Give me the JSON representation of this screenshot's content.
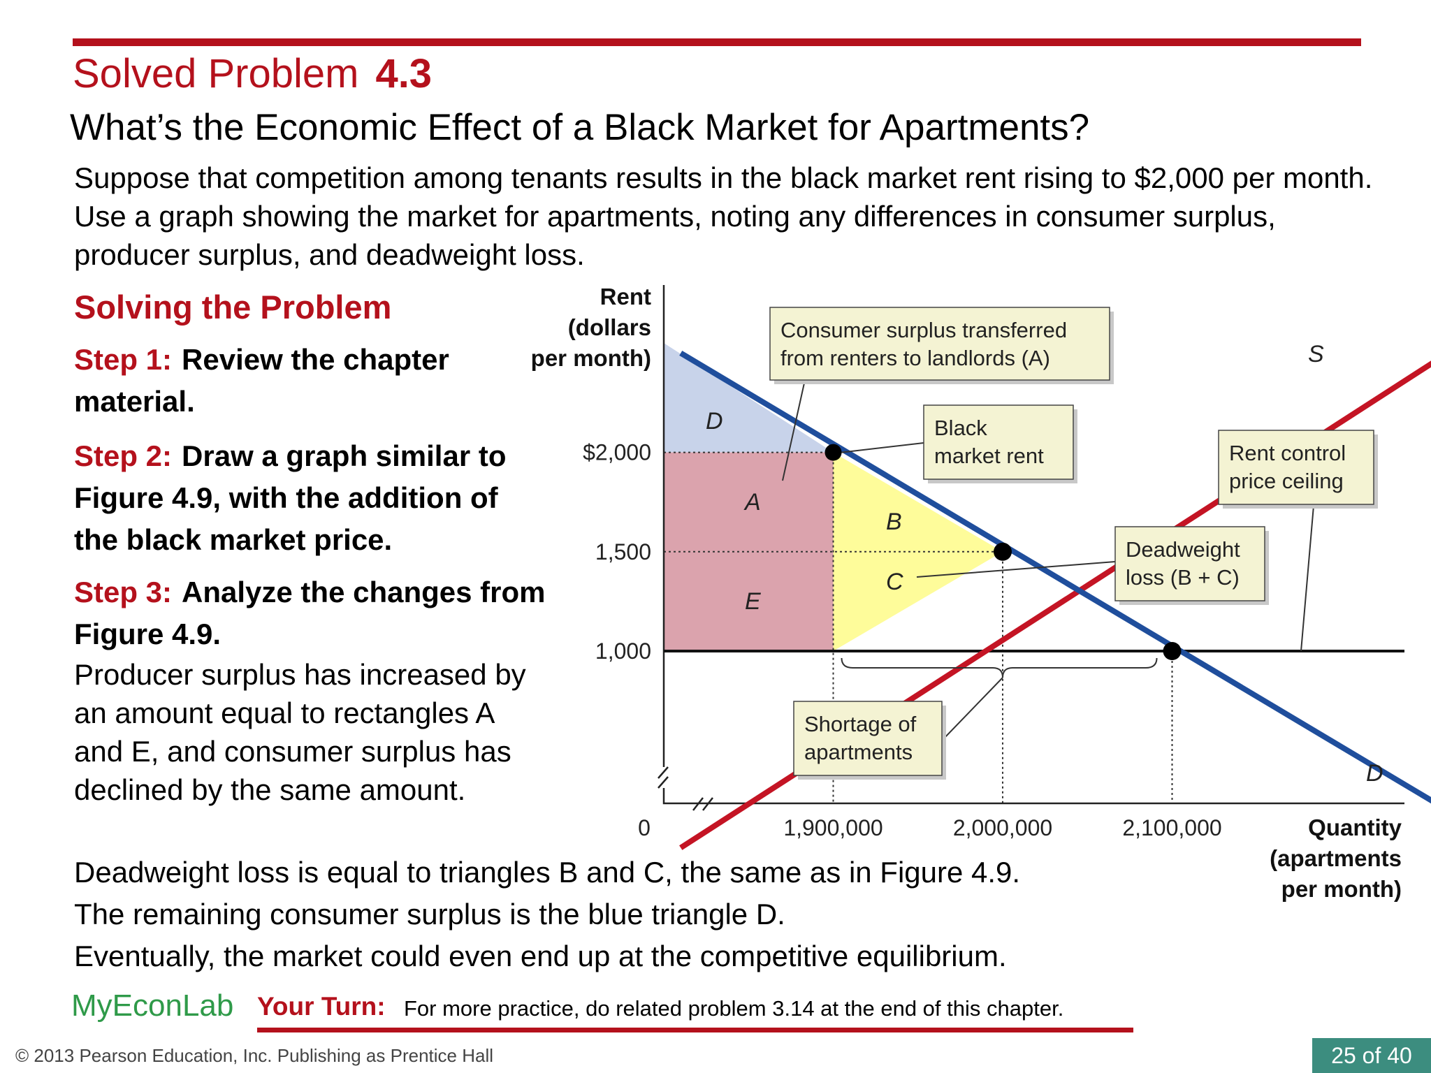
{
  "slide": {
    "title_prefix": "Solved Problem",
    "title_number": "4.3",
    "subtitle": "What’s the Economic Effect of a Black Market for Apartments?",
    "problem": "Suppose that competition among tenants results in the black market rent rising to $2,000 per month. Use a graph showing the market for apartments, noting any differences in consumer surplus, producer surplus, and deadweight loss.",
    "solving_heading": "Solving the Problem",
    "step1_num": "Step 1:",
    "step1_text": "Review the chapter material.",
    "step2_num": "Step 2:",
    "step2_text": "Draw a graph similar to Figure 4.9, with the addition of the black market price.",
    "step3_num": "Step 3:",
    "step3_text": "Analyze the changes from Figure 4.9.",
    "step3_body": "Producer surplus has increased by an amount equal to rectangles A and E, and consumer surplus has declined by the same amount.",
    "line1": "Deadweight loss is equal to triangles B and C, the same as in Figure 4.9.",
    "line2": "The remaining consumer surplus is the blue triangle D.",
    "line3": "Eventually, the market could even end up at the competitive equilibrium.",
    "myeconlab": "MyEconLab",
    "your_turn_label": "Your Turn:",
    "your_turn_text": "For more practice, do related problem 3.14 at the end of this chapter.",
    "copyright": "© 2013 Pearson Education, Inc. Publishing as Prentice Hall",
    "page_indicator": "25 of 40"
  },
  "chart_data": {
    "type": "line",
    "ylabel": [
      "Rent",
      "(dollars",
      "per month)"
    ],
    "xlabel": [
      "Quantity",
      "(apartments",
      "per month)"
    ],
    "y_ticks": [
      {
        "value": 2000,
        "label": "$2,000"
      },
      {
        "value": 1500,
        "label": "1,500"
      },
      {
        "value": 1000,
        "label": "1,000"
      }
    ],
    "x_ticks": [
      {
        "value": 1900000,
        "label": "1,900,000"
      },
      {
        "value": 2000000,
        "label": "2,000,000"
      },
      {
        "value": 2100000,
        "label": "2,100,000"
      }
    ],
    "origin_label": "0",
    "series": [
      {
        "name": "D",
        "color": "#1f4e9c",
        "points": [
          [
            1810000,
            2500
          ],
          [
            2300000,
            9
          ]
        ]
      },
      {
        "name": "S",
        "color": "#c41424",
        "points": [
          [
            1810000,
            10
          ],
          [
            2270000,
            2540
          ]
        ]
      }
    ],
    "price_ceiling": 1000,
    "black_market_rent": 2000,
    "equilibrium": [
      2000000,
      1500
    ],
    "points": [
      [
        1900000,
        2000
      ],
      [
        2000000,
        1500
      ],
      [
        2100000,
        1000
      ]
    ],
    "areas": [
      {
        "label": "D",
        "color": "#c8d3ea"
      },
      {
        "label": "A",
        "color": "#dba3ad"
      },
      {
        "label": "E",
        "color": "#dba3ad"
      },
      {
        "label": "B",
        "color": "#fefc9a"
      },
      {
        "label": "C",
        "color": "#fefc9a"
      }
    ],
    "annotations": [
      {
        "lines": [
          "Consumer surplus transferred",
          "from renters to landlords (A)"
        ]
      },
      {
        "lines": [
          "Black",
          "market rent"
        ]
      },
      {
        "lines": [
          "Rent control",
          "price ceiling"
        ]
      },
      {
        "lines": [
          "Deadweight",
          "loss (B + C)"
        ]
      },
      {
        "lines": [
          "Shortage of",
          "apartments"
        ]
      }
    ],
    "colors": {
      "demand": "#1f4e9c",
      "supply": "#c41424",
      "accent": "#b4111c"
    }
  }
}
